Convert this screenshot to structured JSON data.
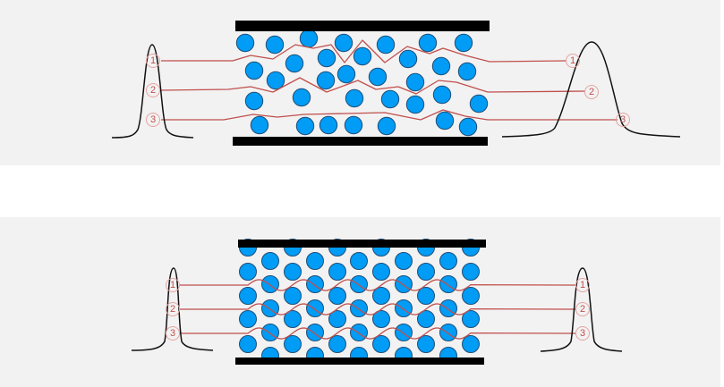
{
  "colors": {
    "background": "#f2f2f2",
    "particle": "#009cf5",
    "particle_outline": "#1f4e79",
    "wall": "#000000",
    "flow_path": "#c0504d"
  },
  "panels": {
    "random_packing": {
      "inlet_labels": [
        "1",
        "2",
        "3"
      ],
      "outlet_labels": [
        "1",
        "2",
        "3"
      ]
    },
    "ordered_packing": {
      "inlet_labels": [
        "1",
        "2",
        "3"
      ],
      "outlet_labels": [
        "1",
        "2",
        "3"
      ]
    }
  }
}
